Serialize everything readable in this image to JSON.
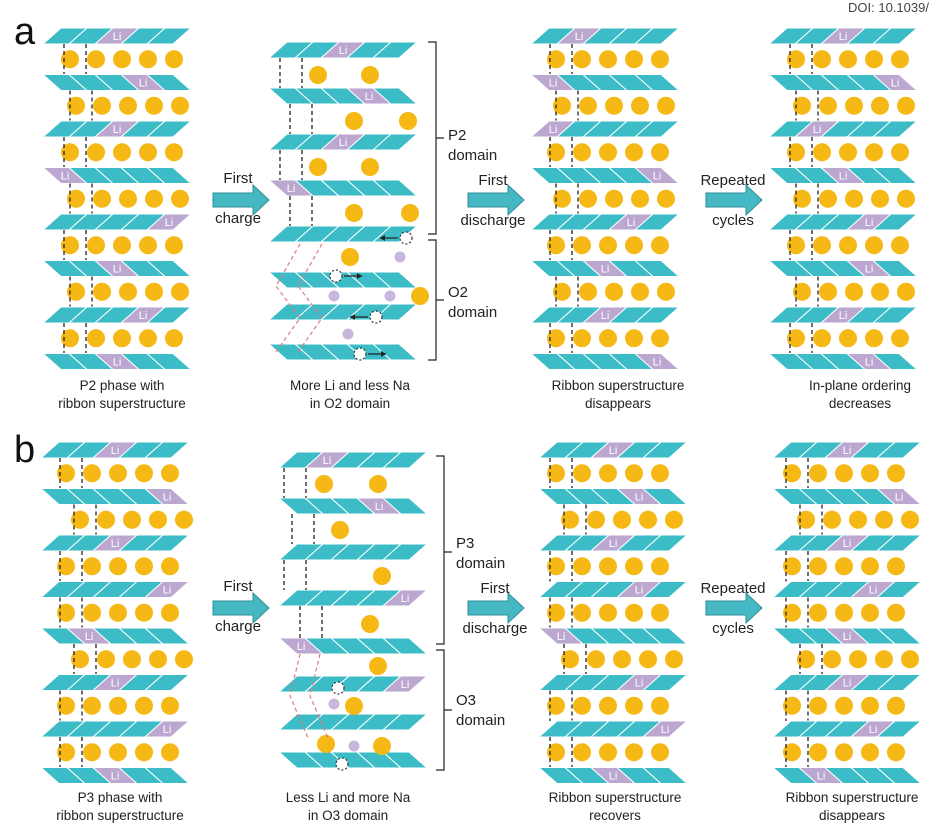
{
  "doi": "DOI: 10.1039/",
  "li_label": "Li",
  "panels": [
    {
      "letter": "a",
      "captions": [
        [
          "P2 phase with",
          "ribbon superstructure"
        ],
        [
          "More Li and less Na",
          "in O2 domain"
        ],
        [
          "Ribbon superstructure",
          "disappears"
        ],
        [
          "In-plane ordering",
          "decreases"
        ]
      ],
      "arrows": [
        [
          "First",
          "charge"
        ],
        [
          "First",
          "discharge"
        ],
        [
          "Repeated",
          "cycles"
        ]
      ],
      "domains": [
        [
          "P2",
          "domain"
        ],
        [
          "O2",
          "domain"
        ]
      ]
    },
    {
      "letter": "b",
      "captions": [
        [
          "P3 phase with",
          "ribbon superstructure"
        ],
        [
          "Less Li and more Na",
          "in O3 domain"
        ],
        [
          "Ribbon superstructure",
          "recovers"
        ],
        [
          "Ribbon superstructure",
          "disappears"
        ]
      ],
      "arrows": [
        [
          "First",
          "charge"
        ],
        [
          "First",
          "discharge"
        ],
        [
          "Repeated",
          "cycles"
        ]
      ],
      "domains": [
        [
          "P3",
          "domain"
        ],
        [
          "O3",
          "domain"
        ]
      ]
    }
  ],
  "colors": {
    "slab": "#3bbcc6",
    "li_block": "#bba7d0",
    "na_ion": "#f5b814",
    "li_ion": "#c9b6dc",
    "arrow": "#46b8c4",
    "phase_boundary": "#e07a7a"
  }
}
